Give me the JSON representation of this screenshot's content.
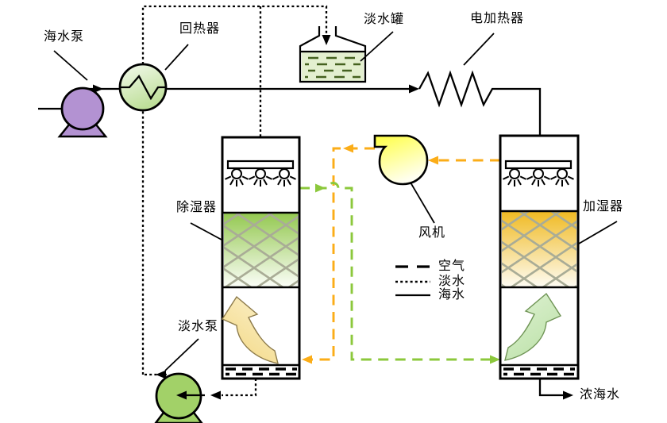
{
  "diagram": {
    "components": {
      "seawater_pump": {
        "label": "海水泵"
      },
      "recuperator": {
        "label": "回热器"
      },
      "freshwater_tank": {
        "label": "淡水罐"
      },
      "electric_heater": {
        "label": "电加热器"
      },
      "dehumidifier": {
        "label": "除湿器"
      },
      "humidifier": {
        "label": "加湿器"
      },
      "fan": {
        "label": "风机"
      },
      "freshwater_pump": {
        "label": "淡水泵"
      },
      "brine_outlet": {
        "label": "浓海水"
      }
    },
    "legend": {
      "items": [
        {
          "name": "air",
          "label": "空气",
          "line_style": "dashed"
        },
        {
          "name": "freshwater",
          "label": "淡水",
          "line_style": "dotted"
        },
        {
          "name": "seawater",
          "label": "海水",
          "line_style": "solid"
        }
      ]
    },
    "colors": {
      "air_hot": "#FBAD18",
      "air_cool": "#8CC83C",
      "seawater_pump_fill": "#B392D2",
      "freshwater_pump_fill": "#A2D168",
      "recuperator_fill": "#BEDF99",
      "tank_water": "#E3EFCF",
      "tank_dash": "#44611F",
      "dehumidifier_packing": "#93C84F",
      "humidifier_packing": "#F0BA22",
      "fan_fill": "#FFFF42",
      "line": "#000000"
    }
  }
}
